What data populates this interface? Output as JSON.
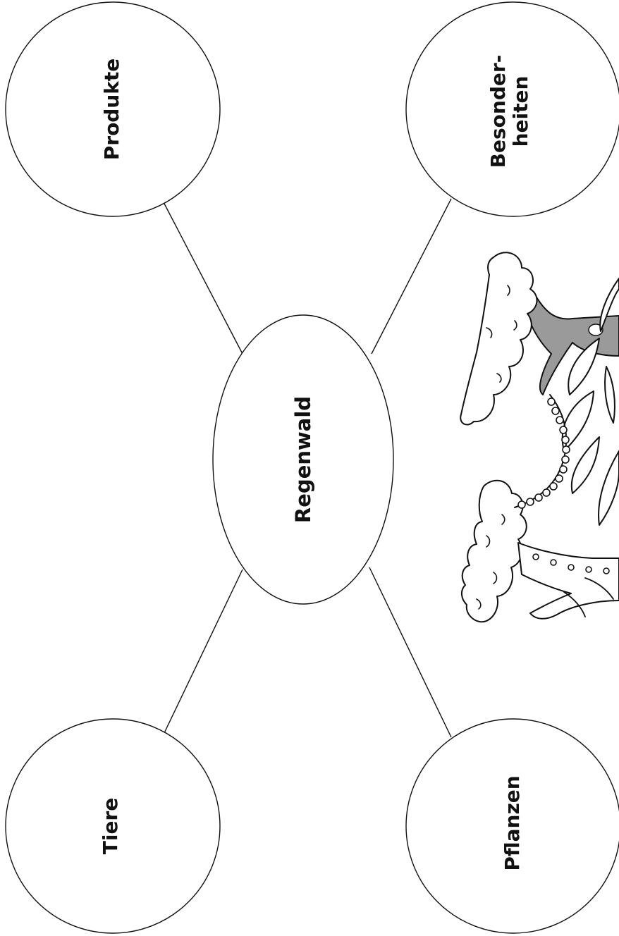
{
  "mindmap": {
    "center": {
      "label": "Regenwald"
    },
    "nodes": {
      "top_left": {
        "label": "Produkte"
      },
      "top_right": {
        "label_line1": "Besonder-",
        "label_line2": "heiten"
      },
      "bottom_left": {
        "label": "Tiere"
      },
      "bottom_right": {
        "label": "Pflanzen"
      }
    }
  },
  "illustration": {
    "name": "rainforest-trees-drawing"
  },
  "colors": {
    "stroke": "#111111",
    "trunk_fill": "#9a9a9a",
    "background": "#ffffff"
  }
}
